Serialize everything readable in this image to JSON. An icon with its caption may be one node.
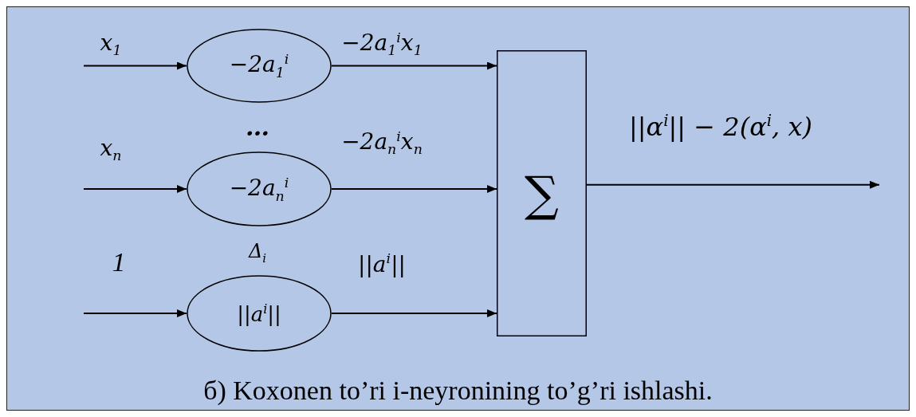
{
  "diagram": {
    "caption": "б) Koxonen to’ri i-neyronining to’g’ri ishlashi.",
    "nodes": [
      {
        "text": [
          "−2a$_{1}$$^{i}$"
        ]
      },
      {
        "text": [
          "−2a$_{n}$$^{i}$"
        ]
      },
      {
        "text": [
          "||a$^{i}$||"
        ]
      },
      {
        "text": [
          "∑"
        ]
      }
    ],
    "edges": [
      {
        "from": null,
        "to": 0,
        "arrow": "to",
        "label": "x$_{1}$"
      },
      {
        "from": null,
        "to": 1,
        "arrow": "to",
        "label": "x$_{n}$"
      },
      {
        "from": null,
        "to": 2,
        "arrow": "to",
        "label": "1"
      },
      {
        "from": 0,
        "to": 3,
        "arrow": "to",
        "label": "−2a$_{1}$$^{i}$x$_{1}$"
      },
      {
        "from": 1,
        "to": 3,
        "arrow": "to",
        "label": "−2a$_{n}$$^{i}$x$_{n}$"
      },
      {
        "from": 2,
        "to": 3,
        "arrow": "to",
        "label": "||a$^{i}$||"
      },
      {
        "from": 3,
        "to": null,
        "arrow": "to",
        "label": "||α$^{i}$|| − 2(α$^{i}$, x)"
      }
    ],
    "labels": [
      "…",
      "Δ$_{i}$"
    ]
  }
}
